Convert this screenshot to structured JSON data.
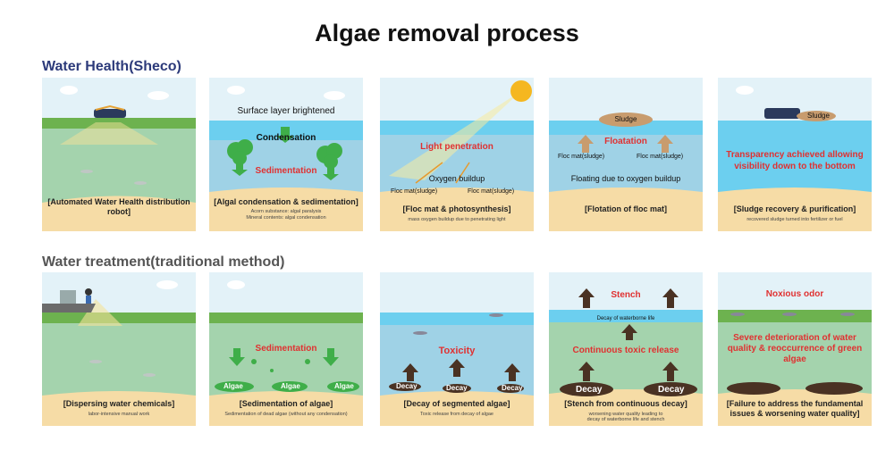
{
  "title": "Algae removal process",
  "section1": "Water Health(Sheco)",
  "section2": "Water treatment(traditional method)",
  "row1": {
    "p1": {
      "caption": "[Automated Water Health distribution robot]"
    },
    "p2": {
      "top": "Surface layer brightened",
      "condensation": "Condensation",
      "sedimentation": "Sedimentation",
      "caption": "[Algal condensation & sedimentation]",
      "sub1": "Acorn substance: algal paralysis",
      "sub2": "Mineral contents: algal condensation"
    },
    "p3": {
      "light": "Light penetration",
      "oxygen": "Oxygen buildup",
      "floc1": "Floc mat(sludge)",
      "floc2": "Floc mat(sludge)",
      "caption": "[Floc mat & photosynthesis]",
      "sub1": "mass oxygen buildup due to penetrating light"
    },
    "p4": {
      "sludge": "Sludge",
      "floatation": "Floatation",
      "floc1": "Floc mat(sludge)",
      "floc2": "Floc mat(sludge)",
      "floating": "Floating due to oxygen buildup",
      "caption": "[Flotation of floc mat]"
    },
    "p5": {
      "sludge": "Sludge",
      "text": "Transparency achieved allowing visibility down to the bottom",
      "caption": "[Sludge recovery & purification]",
      "sub1": "recovered sludge turned into fertilizer or fuel"
    }
  },
  "row2": {
    "p1": {
      "caption": "[Dispersing water chemicals]",
      "sub1": "labor-intensive manual work"
    },
    "p2": {
      "sedimentation": "Sedimentation",
      "algae1": "Algae",
      "algae2": "Algae",
      "algae3": "Algae",
      "caption": "[Sedimentation of algae]",
      "sub1": "Sedimentation of dead algae (without any condensation)"
    },
    "p3": {
      "toxicity": "Toxicity",
      "decay1": "Decay",
      "decay2": "Decay",
      "decay3": "Decay",
      "caption": "[Decay of segmented algae]",
      "sub1": "Toxic release from decay of algae"
    },
    "p4": {
      "stench": "Stench",
      "decay_life": "Decay of waterborne life",
      "release": "Continuous toxic release",
      "decay1": "Decay",
      "decay2": "Decay",
      "caption": "[Stench from continuous decay]",
      "sub1": "worsening water quality leading to",
      "sub2": "decay of waterborne life and stench"
    },
    "p5": {
      "odor": "Noxious odor",
      "text": "Severe deterioration of water quality & reoccurrence of green algae",
      "caption": "[Failure to address the fundamental issues & worsening water quality]"
    }
  },
  "colors": {
    "sky": "#e3f2f8",
    "cloud": "#ffffff",
    "grass": "#6db24f",
    "water_green": "#9fcfa8",
    "water_blue": "#6ccfef",
    "sand": "#f6dca6",
    "red": "#e03131",
    "arrow_brown": "#4a3223",
    "arrow_tan": "#c89c6e",
    "arrow_green": "#3fae49"
  }
}
